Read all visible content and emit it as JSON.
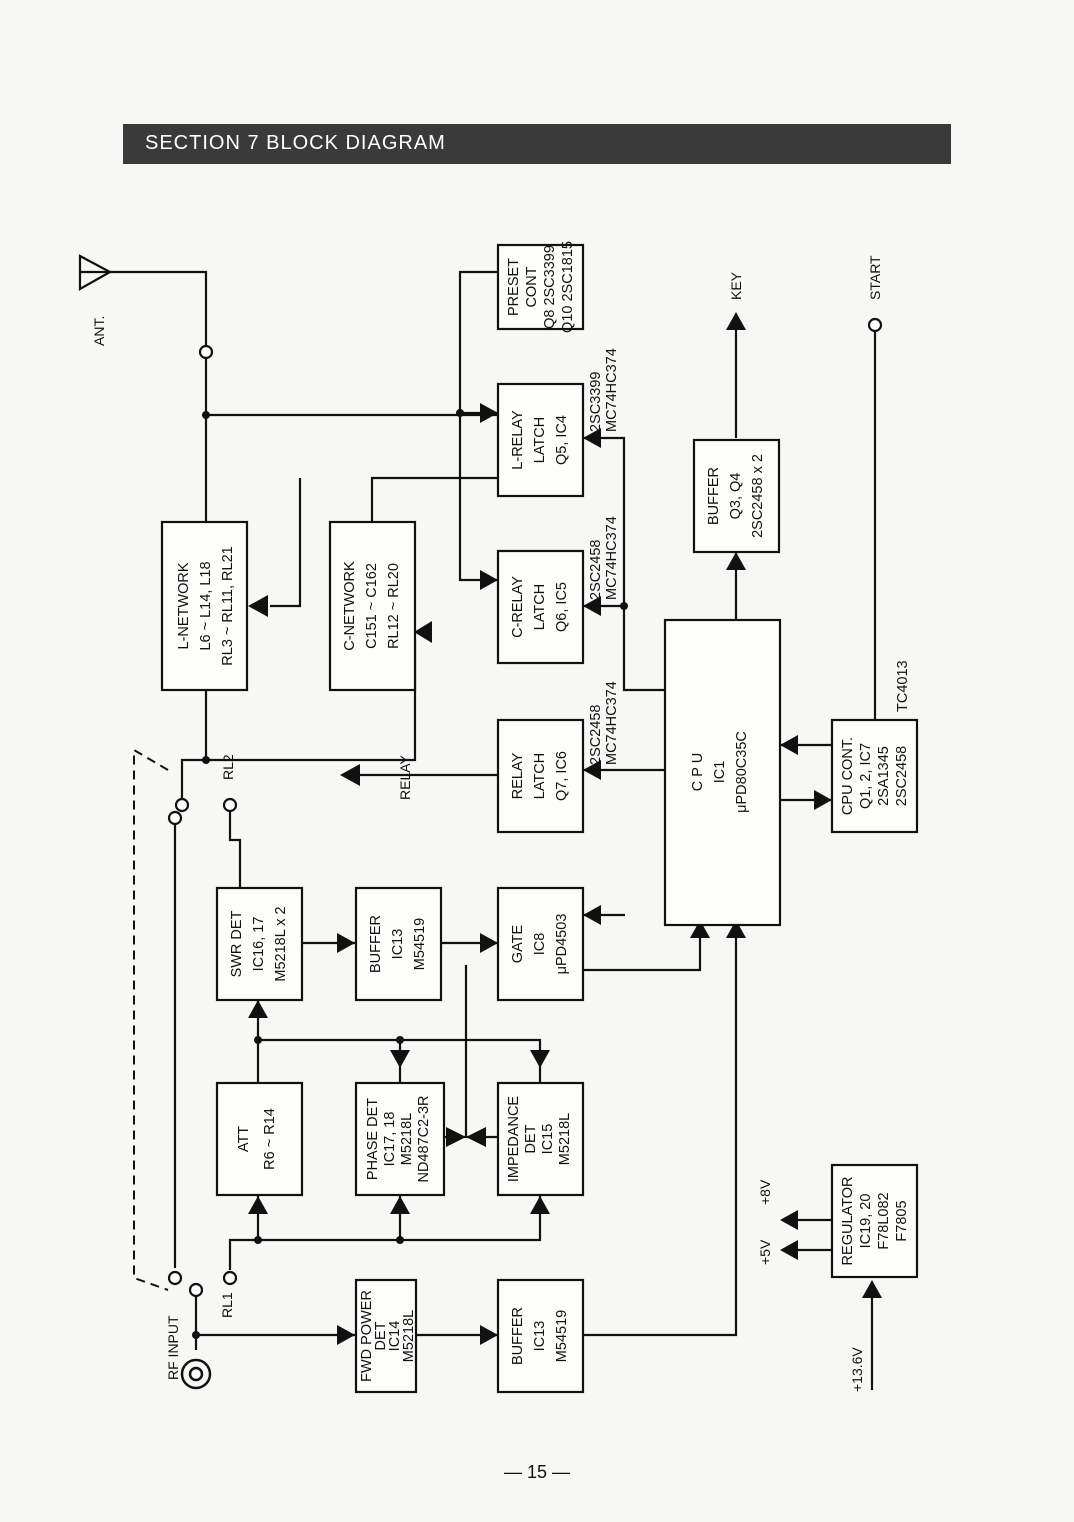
{
  "section_header": "SECTION  7  BLOCK DIAGRAM",
  "page_number": "— 15 —",
  "blocks": {
    "preset_cont": [
      "PRESET",
      "CONT",
      "Q8 2SC3399",
      "Q10 2SC1815"
    ],
    "l_relay_latch": [
      "L-RELAY",
      "LATCH",
      "Q5, IC4"
    ],
    "l_relay_parts": [
      "2SC3399",
      "MC74HC374"
    ],
    "c_relay_latch": [
      "C-RELAY",
      "LATCH",
      "Q6, IC5"
    ],
    "c_relay_parts": [
      "2SC2458",
      "MC74HC374"
    ],
    "relay_latch": [
      "RELAY",
      "LATCH",
      "Q7, IC6"
    ],
    "relay_parts": [
      "2SC2458",
      "MC74HC374"
    ],
    "l_network": [
      "L-NETWORK",
      "L6 ~ L14, L18",
      "RL3 ~ RL11, RL21"
    ],
    "c_network": [
      "C-NETWORK",
      "C151 ~ C162",
      "RL12 ~ RL20"
    ],
    "buffer_key": [
      "BUFFER",
      "Q3, Q4",
      "2SC2458 x 2"
    ],
    "cpu": [
      "C P U",
      "IC1",
      "μPD80C35C"
    ],
    "cpu_cont": [
      "CPU CONT.",
      "Q1, 2, IC7",
      "2SA1345",
      "2SC2458"
    ],
    "cpu_cont_part": "TC4013",
    "swr_det": [
      "SWR DET",
      "IC16, 17",
      "M5218L x 2"
    ],
    "buffer_swr": [
      "BUFFER",
      "IC13",
      "M54519"
    ],
    "gate": [
      "GATE",
      "IC8",
      "μPD4503"
    ],
    "att": [
      "ATT",
      "R6 ~ R14"
    ],
    "phase_det": [
      "PHASE DET",
      "IC17, 18",
      "M5218L",
      "ND487C2-3R"
    ],
    "impedance_det": [
      "IMPEDANCE",
      "DET",
      "IC15",
      "M5218L"
    ],
    "fwd_power_det": [
      "FWD POWER",
      "DET",
      "IC14",
      "M5218L"
    ],
    "buffer_fwd": [
      "BUFFER",
      "IC13",
      "M54519"
    ],
    "regulator": [
      "REGULATOR",
      "IC19, 20",
      "F78L082",
      "F7805"
    ]
  },
  "labels": {
    "antenna": "ANT.",
    "key": "KEY",
    "start": "START",
    "relay": "RELAY",
    "rl2": "RL2",
    "rl1": "RL1",
    "rf_input": "RF INPUT",
    "plus_8v": "+8V",
    "plus_5v": "+5V",
    "plus_13_6v": "+13.6V"
  }
}
